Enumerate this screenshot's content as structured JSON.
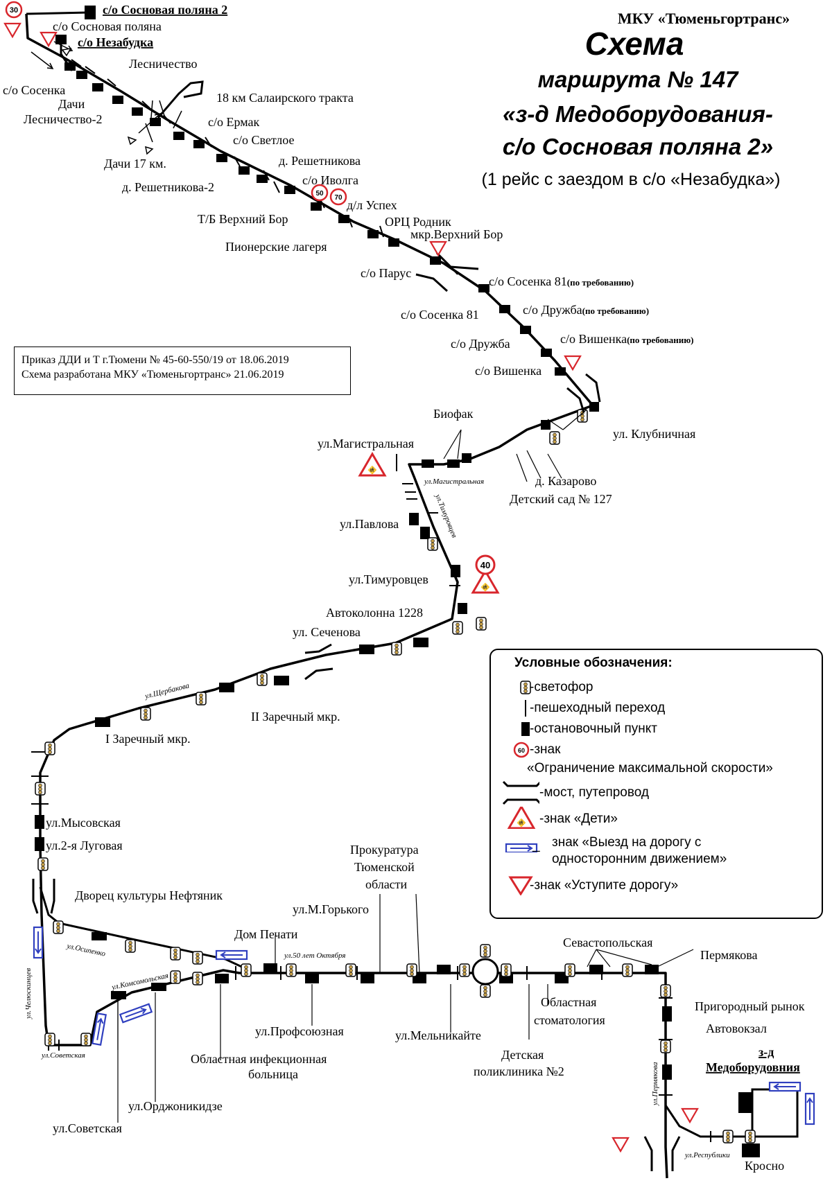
{
  "header": {
    "organization": "МКУ «Тюменьгортранс»",
    "title": "Схема",
    "route_line": "маршрута № 147",
    "endpoints_line1": "«з-д Медоборудования-",
    "endpoints_line2": "с/о Сосновая поляна 2»",
    "note": "(1 рейс с заездом в с/о «Незабудка»)"
  },
  "order_info": {
    "line1": "Приказ ДДИ и Т г.Тюмени № 45-60-550/19 от 18.06.2019",
    "line2": "Схема разработана МКУ «Тюменьгортранс» 21.06.2019"
  },
  "speed_signs": {
    "s30": "30",
    "s50": "50",
    "s70": "70",
    "s40": "40",
    "s60": "60"
  },
  "stops": {
    "sosnovaya2": "с/о Сосновая поляна 2",
    "sosnovaya": "с/о Сосновая поляна",
    "nezabudka": "с/о Незабудка",
    "lesnichestvo": "Лесничество",
    "sosenka": "с/о Сосенка",
    "dachi": "Дачи",
    "lesnichestvo2": "Лесничество-2",
    "km18": "18 км Салаирского тракта",
    "ermak": "с/о Ермак",
    "svetloe": "с/о Светлое",
    "dachi17": "Дачи 17 км.",
    "reshetnikova": "д. Решетникова",
    "reshetnikova2": "д. Решетникова-2",
    "ivolga": "с/о Иволга",
    "uspeh": "д/л Успех",
    "tb_verhny_bor": "Т/Б Верхний Бор",
    "orc_rodnik": "ОРЦ Родник",
    "mkr_verhny_bor": "мкр.Верхний Бор",
    "pionerskie": "Пионерские лагеря",
    "parus": "с/о Парус",
    "sosenka81_req": "с/о Сосенка 81",
    "sosenka81": "с/о Сосенка 81",
    "druzhba_req": "с/о Дружба",
    "druzhba": "с/о Дружба",
    "vishenka_req": "с/о Вишенка",
    "vishenka": "с/о Вишенка",
    "on_request": "(по требованию)",
    "biofak": "Биофак",
    "magistralnaya": "ул.Магистральная",
    "klubnichnaya": "ул. Клубничная",
    "kazarovo": "д. Казарово",
    "detsad127": "Детский сад № 127",
    "pavlova": "ул.Павлова",
    "timurovcev": "ул.Тимуровцев",
    "avtokolonna": "Автоколонна 1228",
    "sechenova": "ул. Сеченова",
    "zarechny2": "II Заречный мкр.",
    "zarechny1": "I Заречный мкр.",
    "mysovskaya": "ул.Мысовская",
    "lugovaya2": "ул.2-я Луговая",
    "neftyanik": "Дворец культуры Нефтяник",
    "prokuratura1": "Прокуратура",
    "prokuratura2": "Тюменской",
    "prokuratura3": "области",
    "gorkogo": "ул.М.Горького",
    "dom_pechati": "Дом Печати",
    "sevastopolskaya": "Севастопольская",
    "permyakova": "Пермякова",
    "prigorodny": "Пригородный рынок",
    "avtovokzal": "Автовокзал",
    "zavod1": "з-д",
    "zavod2": "Медоборудовния",
    "oblast_stom1": "Областная",
    "oblast_stom2": "стоматология",
    "profsoyuznaya": "ул.Профсоюзная",
    "melnikayte": "ул.Мельникайте",
    "det_poli1": "Детская",
    "det_poli2": "поликлиника №2",
    "infek1": "Областная инфекционная",
    "infek2": "больница",
    "ordzhonikidze": "ул.Орджоникидзе",
    "sovetskaya": "ул.Советская",
    "krosno": "Кросно"
  },
  "streets": {
    "magistralnaya": "ул.Магистральная",
    "timurovcev": "ул.Тимуровцев",
    "scherbakova": "ул.Щербакова",
    "osipenko": "ул.Осипенко",
    "komsomolskaya": "ул.Комсомольская",
    "oktyabrya": "ул.50 лет Октября",
    "chelyuskincev": "ул.Челюскинцев",
    "sovetskaya": "ул.Советская",
    "permyakova": "ул.Пермякова",
    "respubliki": "ул.Республики"
  },
  "legend": {
    "title": "Условные обозначения:",
    "traffic_light": "-светофор",
    "crossing": "-пешеходный переход",
    "stop": "-остановочный пункт",
    "speed_sign_1": "-знак",
    "speed_sign_2": "«Ограничение максимальной скорости»",
    "bridge": "-мост, путепровод",
    "children": "-знак «Дети»",
    "oneway_dash": "_",
    "oneway_1": "знак «Выезд на дорогу с",
    "oneway_2": "односторонним движением»",
    "giveway": "-знак «Уступите дорогу»"
  },
  "colors": {
    "route": "#000000",
    "sign_red": "#d8262c",
    "oneway_blue": "#2f3fbf",
    "light_amber": "#c9a24a"
  }
}
